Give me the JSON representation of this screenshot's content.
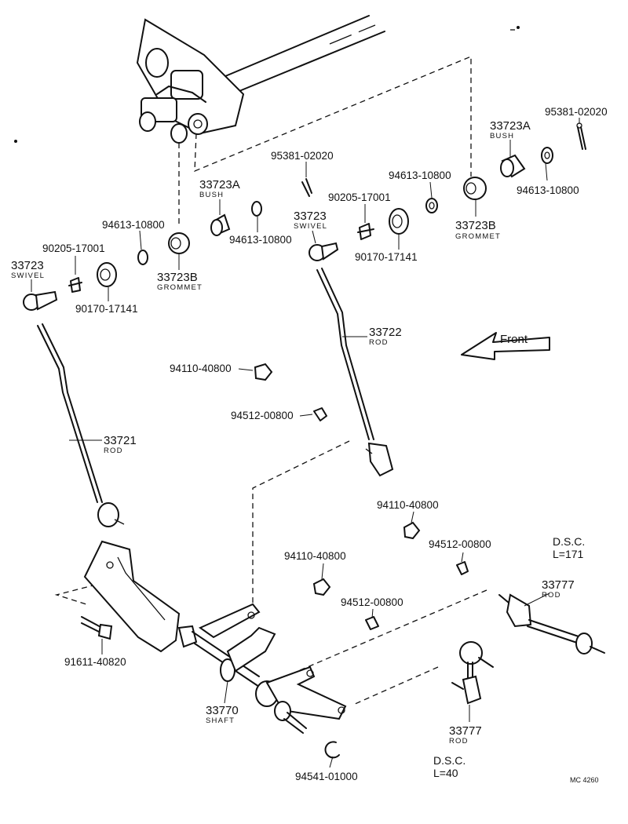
{
  "figure_code": "MC 4260",
  "front_label": "Front",
  "callouts": {
    "p95381_top_right": "95381-02020",
    "p33723A_right": "33723A",
    "bush_right": "BUSH",
    "p94613_right_a": "94613-10800",
    "p94613_right_b": "94613-10800",
    "p33723B_right": "33723B",
    "grommet_right": "GROMMET",
    "p95381_center": "95381-02020",
    "p90205_center": "90205-17001",
    "p33723A_center": "33723A",
    "bush_center": "BUSH",
    "p94613_center": "94613-10800",
    "p33723_center": "33723",
    "swivel_center": "SWIVEL",
    "p90170_center": "90170-17141",
    "p94613_left": "94613-10800",
    "p90205_left": "90205-17001",
    "p33723B_left": "33723B",
    "grommet_left": "GROMMET",
    "p33723_left": "33723",
    "swivel_left": "SWIVEL",
    "p90170_left": "90170-17141",
    "p33722": "33722",
    "rod_33722": "ROD",
    "p94110_upper": "94110-40800",
    "p94512_upper": "94512-00800",
    "p33721": "33721",
    "rod_33721": "ROD",
    "p94110_mid_right": "94110-40800",
    "p94512_mid_right": "94512-00800",
    "p94110_mid": "94110-40800",
    "p94512_mid": "94512-00800",
    "dsc_upper": "D.S.C.",
    "len_upper": "L=171",
    "p33777_upper": "33777",
    "rod_33777_upper": "ROD",
    "p91611": "91611-40820",
    "p33770": "33770",
    "shaft": "SHAFT",
    "p33777_lower": "33777",
    "rod_33777_lower": "ROD",
    "dsc_lower": "D.S.C.",
    "len_lower": "L=40",
    "p94541": "94541-01000"
  }
}
